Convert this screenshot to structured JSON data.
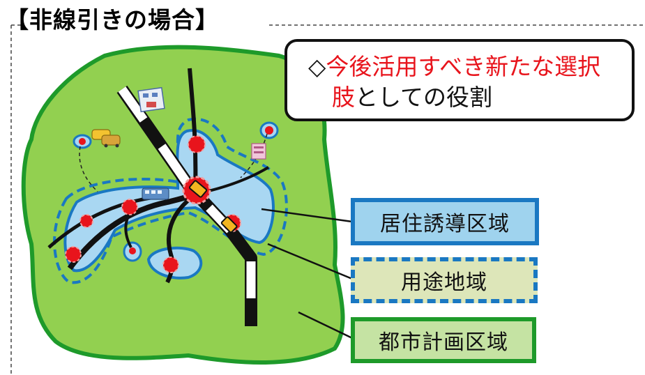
{
  "heading": "【非線引きの場合】",
  "callout": {
    "marker": "◇",
    "red_line1": "今後活用すべき新たな選",
    "red_line1_end": "択",
    "red_line2": "肢",
    "black_line2": "としての役割"
  },
  "legend": {
    "residential": "居住誘導区域",
    "usezone": "用途地域",
    "cityplan": "都市計画区域"
  },
  "colors": {
    "city_area": "#92d050",
    "residential_fill": "#a9d7f2",
    "blue_border": "#1a78c2",
    "hub_red": "#e8141c",
    "callout_red": "#e8141c"
  }
}
